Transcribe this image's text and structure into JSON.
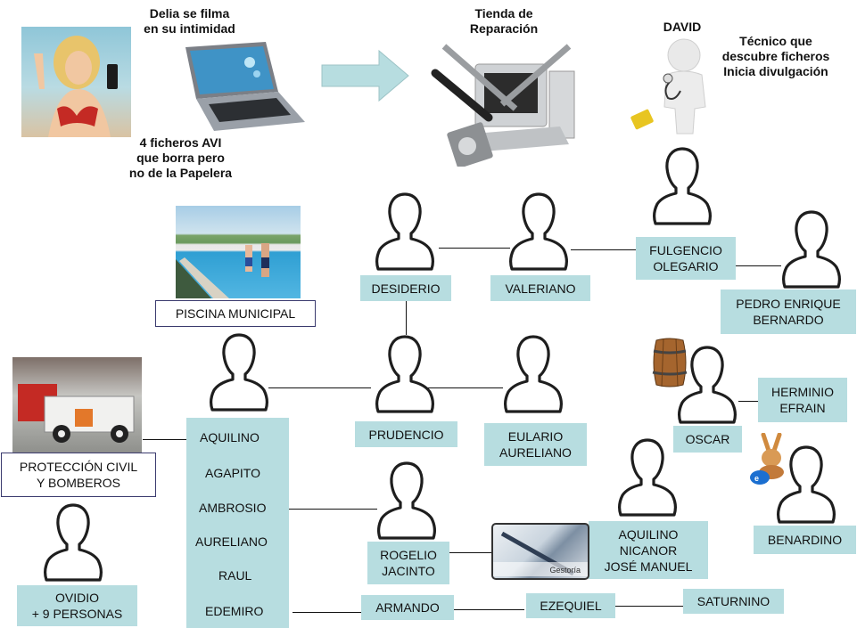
{
  "top": {
    "caption_delia": "Delia se filma\nen su intimidad",
    "caption_files": "4 ficheros AVI\nque borra pero\nno de la Papelera",
    "caption_shop": "Tienda de\nReparación",
    "caption_david": "DAVID",
    "caption_tech": "Técnico que\ndescubre ficheros\nInicia divulgación"
  },
  "places": {
    "pool": "PISCINA MUNICIPAL",
    "civil": "PROTECCIÓN CIVIL\nY BOMBEROS",
    "gestoria": "Gestoría"
  },
  "names": {
    "desiderio": "DESIDERIO",
    "valeriano": "VALERIANO",
    "fulgencio": "FULGENCIO\nOLEGARIO",
    "pedro": "PEDRO ENRIQUE\nBERNARDO",
    "prudencio": "PRUDENCIO",
    "eulario": "EULARIO\nAURELIANO",
    "oscar": "OSCAR",
    "herminio": "HERMINIO\nEFRAIN",
    "benardino": "BENARDINO",
    "rogelio": "ROGELIO\nJACINTO",
    "aquilino_group": "AQUILINO\nNICANOR\nJOSÉ MANUEL",
    "armando": "ARMANDO",
    "ezequiel": "EZEQUIEL",
    "saturnino": "SATURNINO",
    "ovidio": "OVIDIO\n+ 9 PERSONAS"
  },
  "group_list": [
    "AQUILINO",
    "AGAPITO",
    "AMBROSIO",
    "AURELIANO",
    "RAUL",
    "EDEMIRO"
  ],
  "colors": {
    "name_box": "#b7dde0",
    "arrow": "#b7dde0",
    "place_border": "#3a3a6e"
  }
}
